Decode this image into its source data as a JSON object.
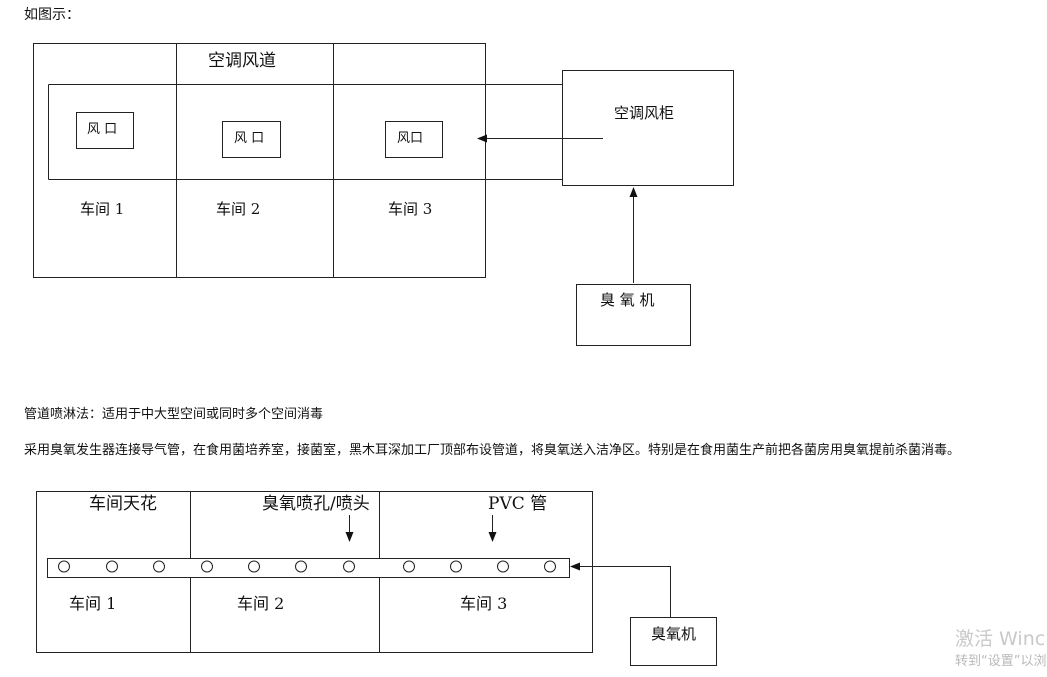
{
  "intro": "如图示：",
  "diagram1": {
    "duct_label": "空调风道",
    "cabinet_label": "空调风柜",
    "ozone_label": "臭 氧 机",
    "vents": [
      "风 口",
      "风 口",
      "风口"
    ],
    "workshops": [
      "车间 1",
      "车间 2",
      "车间 3"
    ]
  },
  "section": {
    "heading": "管道喷淋法：适用于中大型空间或同时多个空间消毒",
    "body": "采用臭氧发生器连接导气管，在食用菌培养室，接菌室，黑木耳深加工厂顶部布设管道，将臭氧送入洁净区。特别是在食用菌生产前把各菌房用臭氧提前杀菌消毒。"
  },
  "diagram2": {
    "ceiling_label": "车间天花",
    "nozzle_label": "臭氧喷孔/喷头",
    "pipe_label": "PVC 管",
    "ozone_label": "臭氧机",
    "workshops": [
      "车间 1",
      "车间 2",
      "车间 3"
    ]
  },
  "watermark": {
    "line1": "激活 Winc",
    "line2": "转到“设置”以浏"
  }
}
